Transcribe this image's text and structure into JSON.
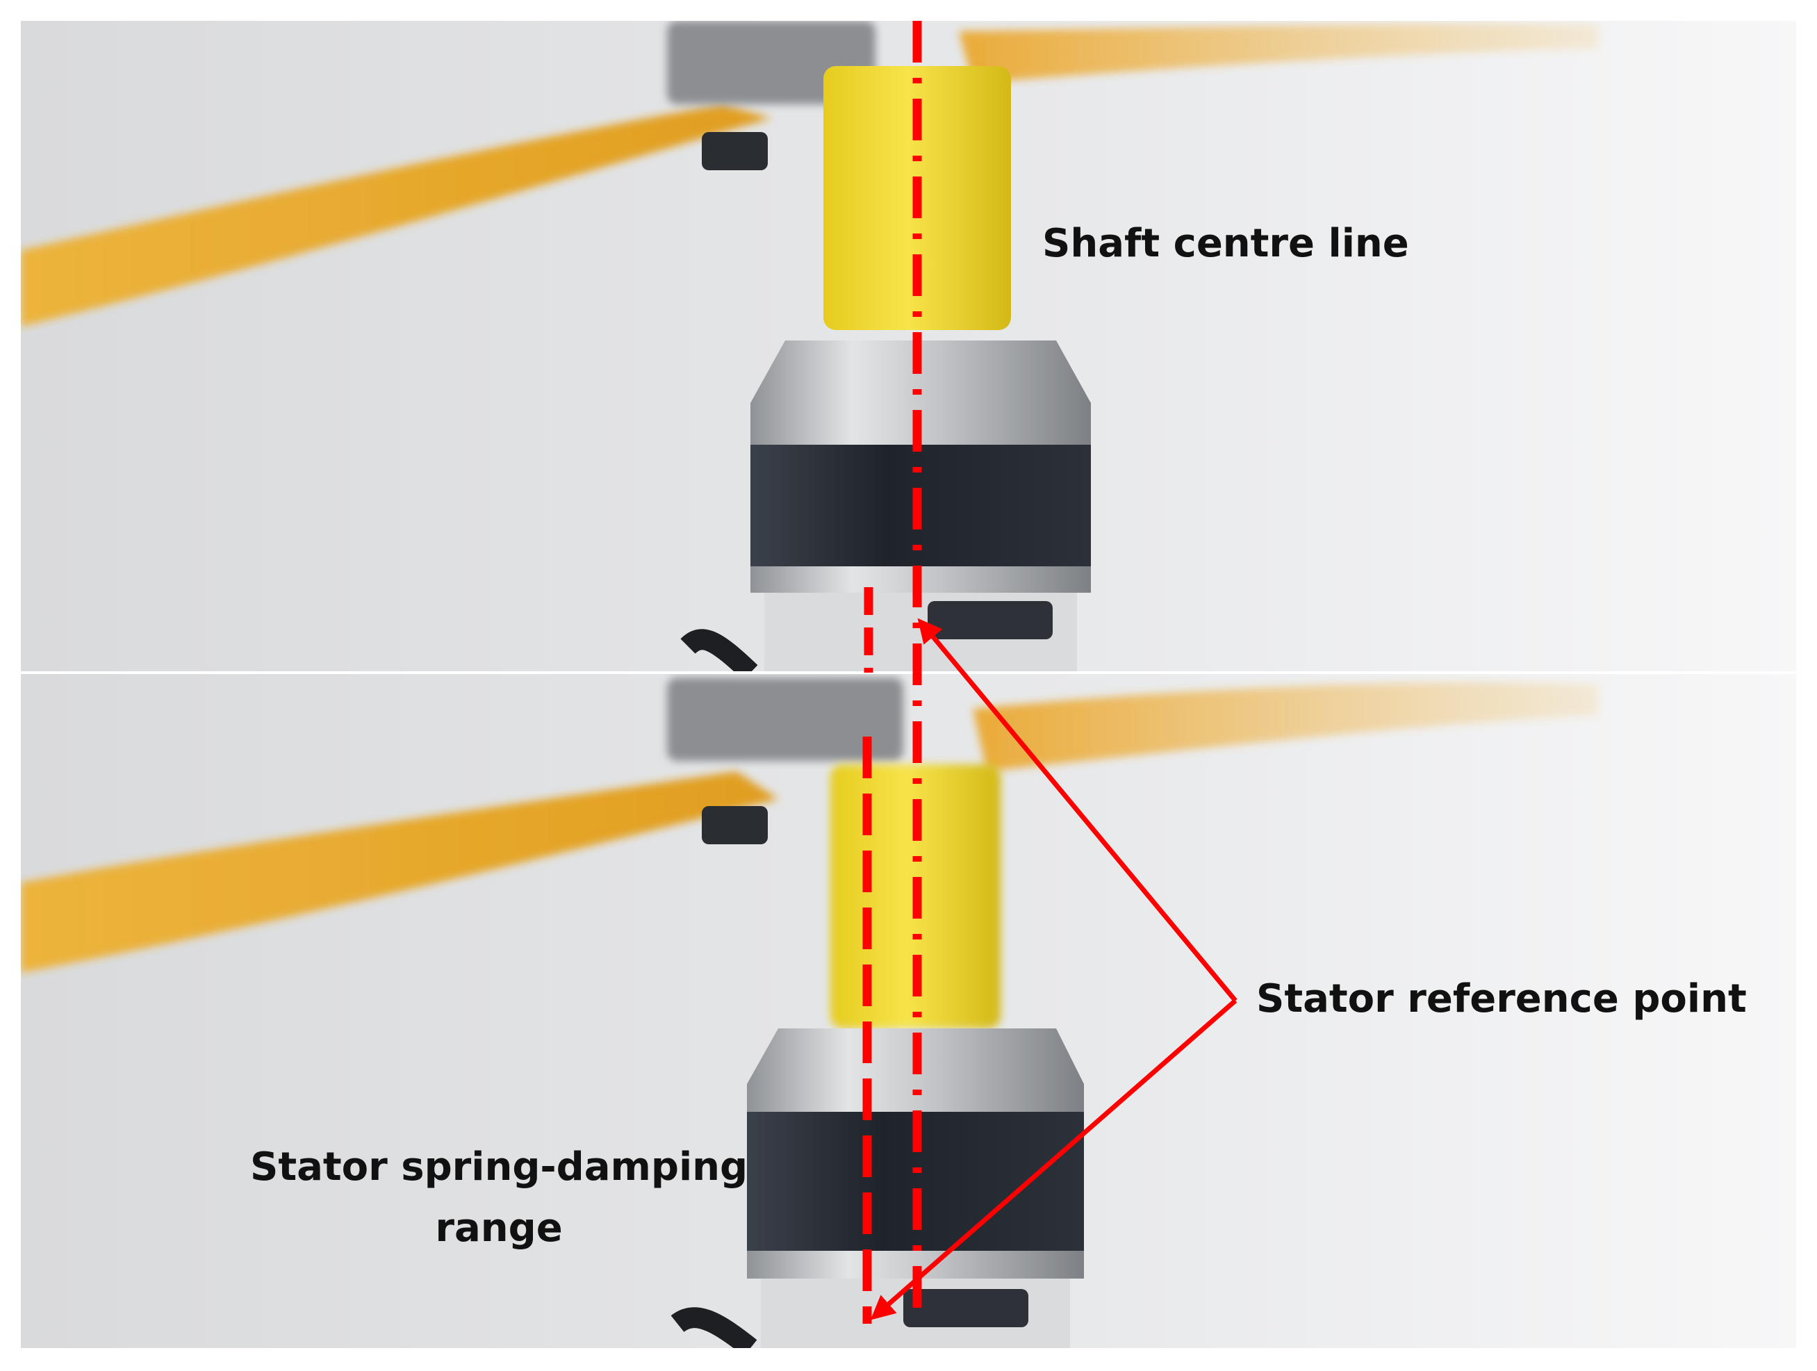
{
  "annotations": {
    "shaft_centre_line": "Shaft centre line",
    "stator_reference_point": "Stator reference point",
    "stator_range_line1": "Stator spring-damping",
    "stator_range_line2": "range"
  },
  "colors": {
    "annotation_red": "#ff0000",
    "propeller": "#e8a420",
    "shaft_adapter": "#f2dc2a",
    "motor_silver": "#b9bbbe",
    "motor_dark": "#2a3038",
    "background": "#e6e7e9"
  }
}
